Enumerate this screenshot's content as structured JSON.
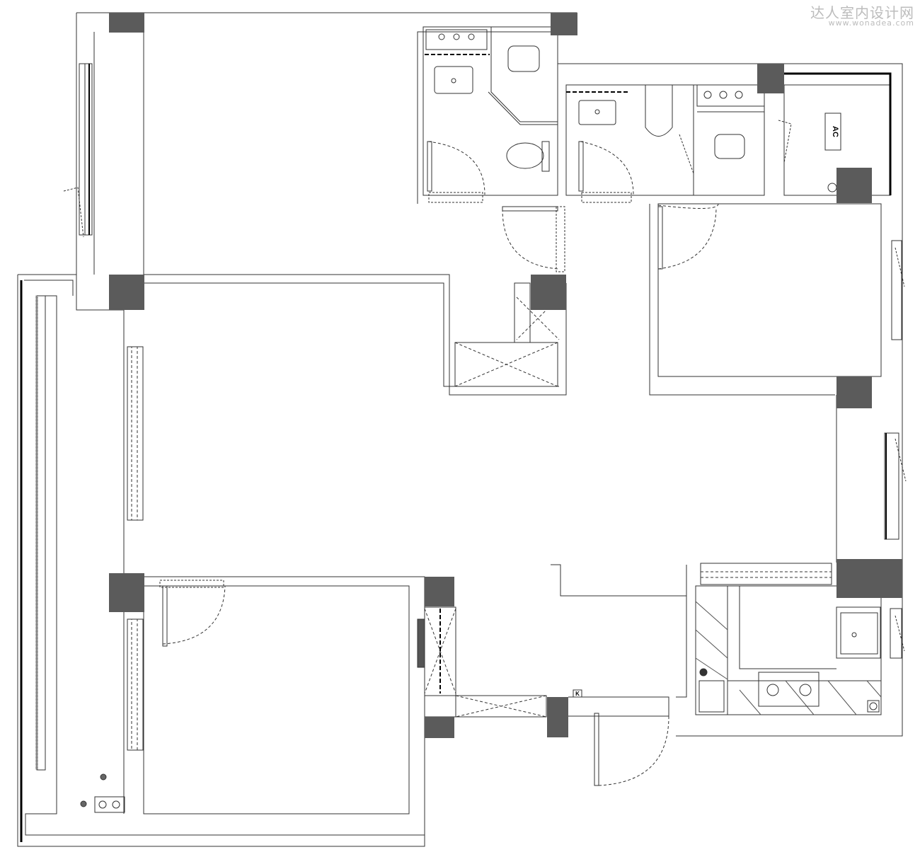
{
  "watermark": {
    "title": "达人室内设计网",
    "url": "www.wonadea.com"
  },
  "labels": {
    "ac": "AC",
    "kitchen_marker": "K"
  },
  "colors": {
    "wall": "#444444",
    "column": "#5b5b5b",
    "line": "#333333",
    "background": "#ffffff",
    "watermark": "#bcbcbc"
  }
}
